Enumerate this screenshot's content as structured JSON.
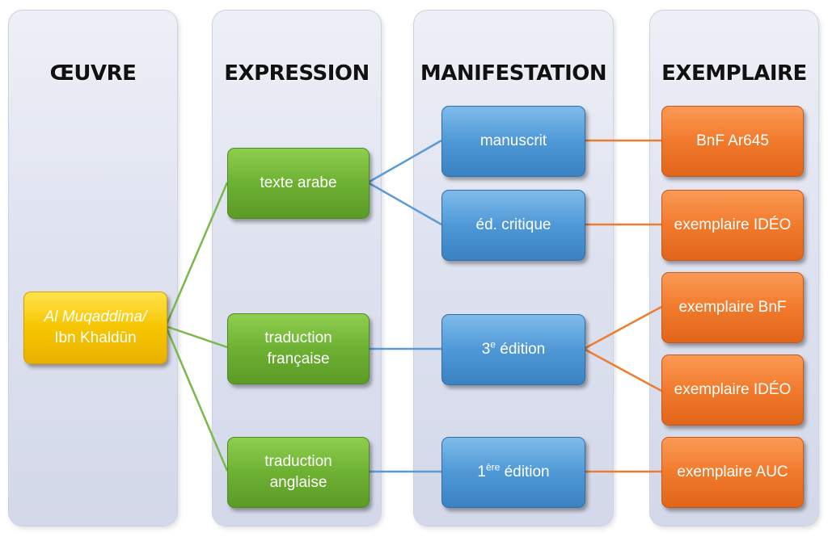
{
  "columns": {
    "oeuvre": "ŒUVRE",
    "expression": "EXPRESSION",
    "manifestation": "MANIFESTATION",
    "exemplaire": "EXEMPLAIRE"
  },
  "oeuvre": {
    "title_italic": "Al Muqaddima",
    "separator": "/",
    "author": "Ibn Khaldūn"
  },
  "expressions": [
    {
      "label": "texte arabe"
    },
    {
      "line1": "traduction",
      "line2": "française"
    },
    {
      "line1": "traduction",
      "line2": "anglaise"
    }
  ],
  "manifestations": [
    {
      "label": "manuscrit"
    },
    {
      "label": "éd. critique"
    },
    {
      "prefix": "3",
      "sup": "e",
      "suffix": " édition"
    },
    {
      "prefix": "1",
      "sup": "ère",
      "suffix": " édition"
    }
  ],
  "exemplaires": [
    {
      "label": "BnF Ar645"
    },
    {
      "label": "exemplaire IDÉO"
    },
    {
      "label": "exemplaire BnF"
    },
    {
      "label": "exemplaire IDÉO"
    },
    {
      "label": "exemplaire AUC"
    }
  ],
  "colors": {
    "oeuvre": "#f6c500",
    "expression": "#6db133",
    "manifestation": "#4f98d6",
    "exemplaire": "#f17a2c"
  }
}
